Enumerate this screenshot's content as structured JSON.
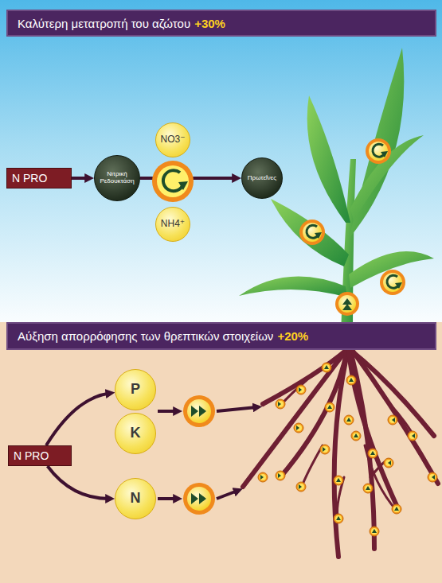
{
  "diagram": {
    "nodes": [
      {
        "text": [
          "Καλύτερη μετατροπή του αζώτου",
          "+30%"
        ]
      },
      {
        "text": [
          "N PRO"
        ]
      },
      {
        "text": [
          "Νιτρική Ρεδουκτάση"
        ]
      },
      {
        "text": [
          "NO3⁻"
        ]
      },
      {
        "text": [
          "NH4⁺"
        ]
      },
      {
        "text": [
          "Πρωτεΐνες"
        ]
      },
      {
        "text": [
          "Αύξηση απορρόφησης των θρεπτικών στοιχείων",
          "+20%"
        ]
      },
      {
        "text": [
          "P"
        ]
      },
      {
        "text": [
          "K"
        ]
      },
      {
        "text": [
          "N PRO"
        ]
      },
      {
        "text": [
          "N"
        ]
      }
    ],
    "edges": [
      {
        "from": 1,
        "to": 2,
        "arrow": "to"
      },
      {
        "from": 2,
        "to": 5,
        "arrow": "to"
      },
      {
        "from": 9,
        "to": 7,
        "arrow": "to"
      },
      {
        "from": 9,
        "to": 10,
        "arrow": "to"
      }
    ]
  }
}
